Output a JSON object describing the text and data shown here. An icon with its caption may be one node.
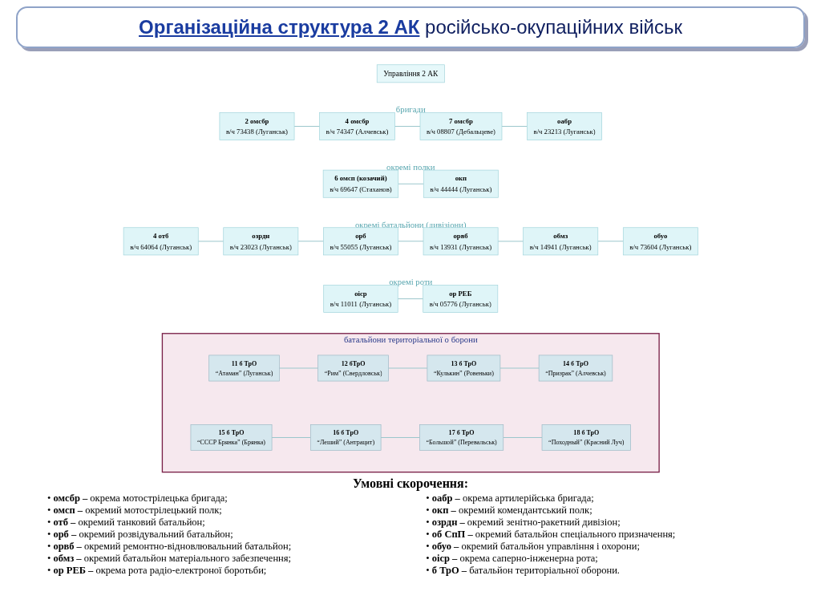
{
  "diagram": {
    "title": "**Організаційна структура 2 АК** російсько-окупаційних військ",
    "nodes": [
      {
        "text": [
          "Управління 2 АК"
        ]
      },
      {
        "text": [
          "2 омсбр",
          "в/ч 73438 (Луганськ)"
        ]
      },
      {
        "text": [
          "4 омсбр",
          "в/ч 74347 (Алчевськ)"
        ]
      },
      {
        "text": [
          "7 омсбр",
          "в/ч 08807 (Дебальцеве)"
        ]
      },
      {
        "text": [
          "оабр",
          "в/ч 23213 (Луганськ)"
        ]
      },
      {
        "text": [
          "6 омсп (козачий)",
          "в/ч 69647 (Стаханов)"
        ]
      },
      {
        "text": [
          "окп",
          "в/ч 44444 (Луганськ)"
        ]
      },
      {
        "text": [
          "4 отб",
          "в/ч 64064 (Луганськ)"
        ]
      },
      {
        "text": [
          "озрдн",
          "в/ч 23023 (Луганськ)"
        ]
      },
      {
        "text": [
          "орб",
          "в/ч 55055 (Луганськ)"
        ]
      },
      {
        "text": [
          "орвб",
          "в/ч 13931 (Луганськ)"
        ]
      },
      {
        "text": [
          "обмз",
          "в/ч 14941 (Луганськ)"
        ]
      },
      {
        "text": [
          "обуо",
          "в/ч 73604 (Луганськ)"
        ]
      },
      {
        "text": [
          "оіср",
          "в/ч 11011 (Луганськ)"
        ]
      },
      {
        "text": [
          "ор РЕБ",
          "в/ч 05776 (Луганськ)"
        ]
      },
      {
        "text": [
          "батальйони територіальної о борони"
        ]
      },
      {
        "text": [
          "11 б ТрО",
          "“Атаман” (Луганськ)"
        ],
        "in": 15
      },
      {
        "text": [
          "12 бТрО",
          "“Рим” (Свердловськ)"
        ],
        "in": 15
      },
      {
        "text": [
          "13 б ТрО",
          "“Кулькин” (Ровеньки)"
        ],
        "in": 15
      },
      {
        "text": [
          "14 б ТрО",
          "“Призрак” (Алчевськ)"
        ],
        "in": 15
      },
      {
        "text": [
          "15 б ТрО",
          "“СССР Брянка” (Брянка)"
        ],
        "in": 15
      },
      {
        "text": [
          "16 б ТрО",
          "“Леший” (Антрацит)"
        ],
        "in": 15
      },
      {
        "text": [
          "17 б ТрО",
          "“Большой” (Перевальськ)"
        ],
        "in": 15
      },
      {
        "text": [
          "18 б ТрО",
          "“Походный” (Красний Луч)"
        ],
        "in": 15
      }
    ],
    "edges": [
      {
        "from": 1,
        "to": 2,
        "arrow": "none"
      },
      {
        "from": 2,
        "to": 3,
        "arrow": "none"
      },
      {
        "from": 3,
        "to": 4,
        "arrow": "none"
      },
      {
        "from": 5,
        "to": 6,
        "arrow": "none"
      },
      {
        "from": 7,
        "to": 8,
        "arrow": "none"
      },
      {
        "from": 8,
        "to": 9,
        "arrow": "none"
      },
      {
        "from": 9,
        "to": 10,
        "arrow": "none"
      },
      {
        "from": 10,
        "to": 11,
        "arrow": "none"
      },
      {
        "from": 11,
        "to": 12,
        "arrow": "none"
      },
      {
        "from": 13,
        "to": 14,
        "arrow": "none"
      },
      {
        "from": 16,
        "to": 17,
        "arrow": "none"
      },
      {
        "from": 17,
        "to": 18,
        "arrow": "none"
      },
      {
        "from": 18,
        "to": 19,
        "arrow": "none"
      },
      {
        "from": 20,
        "to": 21,
        "arrow": "none"
      },
      {
        "from": 21,
        "to": 22,
        "arrow": "none"
      },
      {
        "from": 22,
        "to": 23,
        "arrow": "none"
      }
    ],
    "labels": [
      "бригади",
      "окремі полки",
      "окремі батальйони (дивізіони)",
      "окремі роти",
      "Умовні скорочення:",
      "• **омсбр –** окрема мотострілецька бригада;",
      "• **оабр –** окрема артилерійська бригада;",
      "• **омсп –**  окремий мотострілецький полк;",
      "• **окп –** окремий комендантський полк;",
      "• **отб –** окремий танковий батальйон;",
      "• **озрдн –** окремий зенітно-ракетний дивізіон;",
      "• **орб –** окремий розвідувальний батальйон;",
      "• **об СпП –** окремий батальйон спеціального призначення;",
      "• **орвб –** окремий ремонтно-відновлювальний батальйон;",
      "• **обуо –** окремий батальйон управління і охорони;",
      "• **обмз –** окремий батальйон матеріального забезпечення;",
      "• **оіср –** окрема саперно-інженерна рота;",
      "• **ор РЕБ –** окрема рота радіо-електроної боротьби;",
      "• **б ТрО –** батальйон територіальної оборони."
    ]
  }
}
